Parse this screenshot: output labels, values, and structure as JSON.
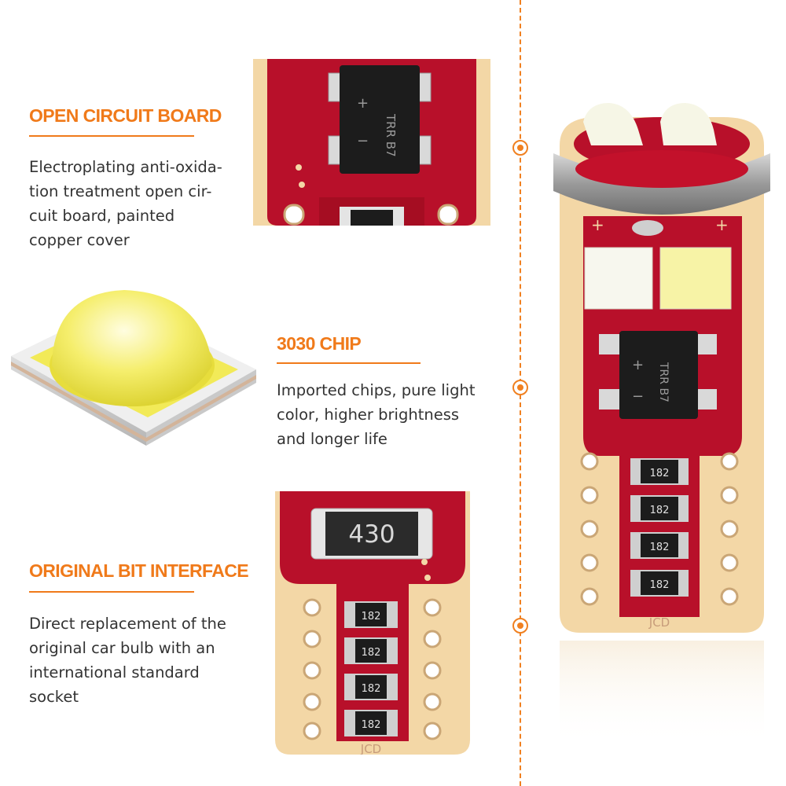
{
  "colors": {
    "accent": "#f07a1a",
    "pcb_red": "#b8102a",
    "pad_gold": "#f3d7a6",
    "text": "#333333"
  },
  "features": [
    {
      "title": "OPEN CIRCUIT BOARD",
      "description": "Electroplating anti-oxida-\ntion treatment open cir-\ncuit board, painted\ncopper cover"
    },
    {
      "title": "3030 CHIP",
      "description": "Imported chips, pure light\ncolor, higher brightness\nand longer life"
    },
    {
      "title": "ORIGINAL BIT INTERFACE",
      "description": "Direct replacement of the\noriginal car bulb with an\ninternational standard\nsocket"
    }
  ],
  "component_labels": {
    "chip_top": "TRR\nB7",
    "chip_bulb": "TRR\nB7",
    "resistor_large": "430",
    "resistor_small": "182",
    "brand_mark": "JCD",
    "plus": "+",
    "minus": "−"
  },
  "icons": [
    "timeline-node-icon"
  ]
}
